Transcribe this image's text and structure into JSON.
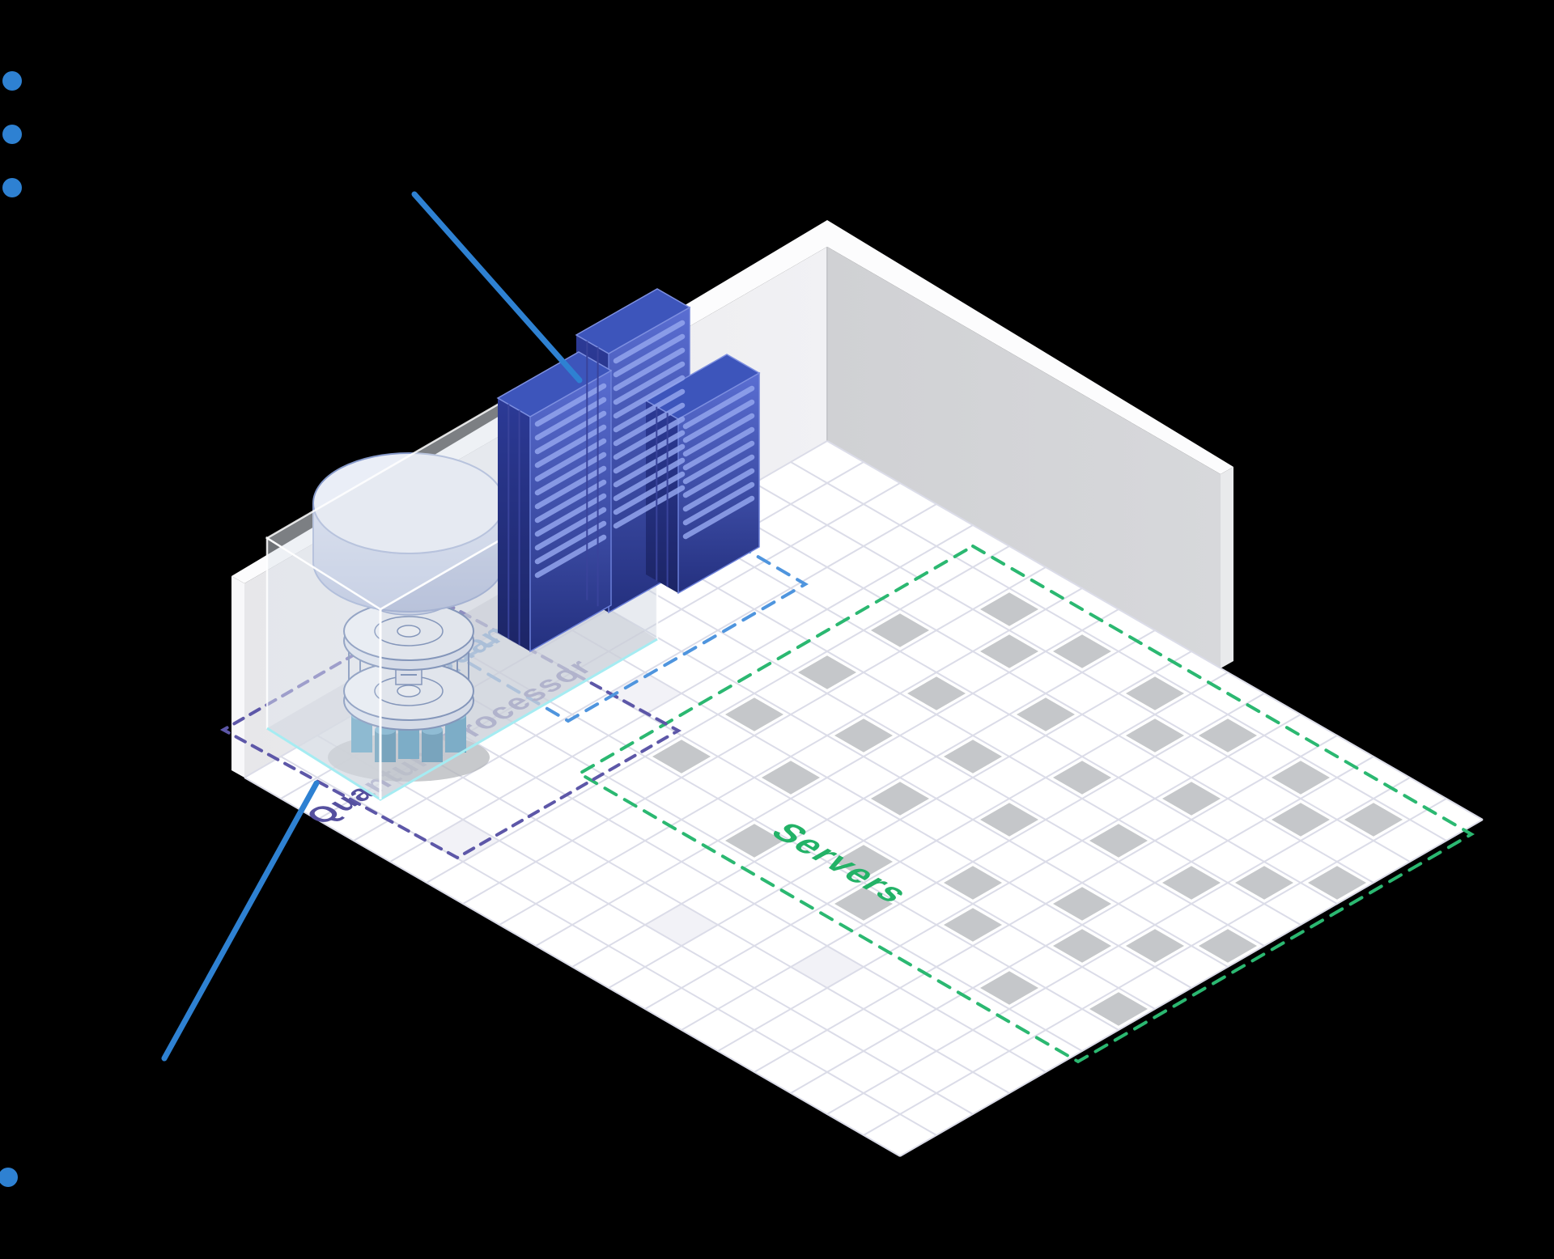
{
  "illustration": {
    "background_color": "#000000",
    "labels": {
      "quantum_control": {
        "text": "Quantum Control",
        "color": "#3e86d8"
      },
      "quantum_processor": {
        "text": "Quantum Processor",
        "color": "#55509f"
      },
      "servers": {
        "text": "Servers",
        "color": "#23b267"
      }
    },
    "boundaries": {
      "quantum_control_color": "#4f95de",
      "quantum_processor_color": "#5d57a8",
      "servers_color": "#2bb871"
    },
    "bullet_points": {
      "color": "#2e81d2",
      "top_group_count": 3,
      "bottom_group_count": 1
    },
    "callout_color": "#2e81d2",
    "room": {
      "floor_color": "#ffffff",
      "grid_color": "#dbdce8",
      "left_wall_color": "#ededf0",
      "right_wall_color": "#d3d4d7",
      "wall_rim_color": "#fcfcfd",
      "server_tile_color": "#c5c7ca",
      "tinted_cells": [
        [
          1,
          12
        ],
        [
          4,
          14
        ],
        [
          9,
          13
        ],
        [
          12,
          12
        ],
        [
          3,
          8
        ]
      ],
      "rack_colors": {
        "top": "#3d55bb",
        "left": "#1f2a78",
        "right_top": "#5a6ed2",
        "right_bottom": "#24307f",
        "slot": "#93a5ee"
      },
      "glass_color": "rgba(215,221,231,0.45)",
      "cryostat_outline": "#4a659d",
      "cryostat_leg_color": "#3d8fb4"
    },
    "server_tiles": [
      [
        6,
        1
      ],
      [
        8,
        1
      ],
      [
        10,
        1
      ],
      [
        12,
        1
      ],
      [
        14,
        1
      ],
      [
        16,
        1
      ],
      [
        7,
        2
      ],
      [
        11,
        2
      ],
      [
        15,
        2
      ],
      [
        5,
        3
      ],
      [
        9,
        3
      ],
      [
        13,
        3
      ],
      [
        17,
        3
      ],
      [
        7,
        4
      ],
      [
        11,
        4
      ],
      [
        16,
        4
      ],
      [
        5,
        5
      ],
      [
        9,
        5
      ],
      [
        13,
        5
      ],
      [
        15,
        5
      ],
      [
        7,
        6
      ],
      [
        11,
        6
      ],
      [
        17,
        6
      ],
      [
        5,
        7
      ],
      [
        9,
        7
      ],
      [
        14,
        7
      ],
      [
        16,
        7
      ],
      [
        7,
        8
      ],
      [
        12,
        8
      ],
      [
        15,
        8
      ],
      [
        5,
        9
      ],
      [
        10,
        9
      ],
      [
        13,
        9
      ],
      [
        17,
        9
      ],
      [
        8,
        10
      ],
      [
        11,
        10
      ],
      [
        15,
        10
      ]
    ]
  }
}
